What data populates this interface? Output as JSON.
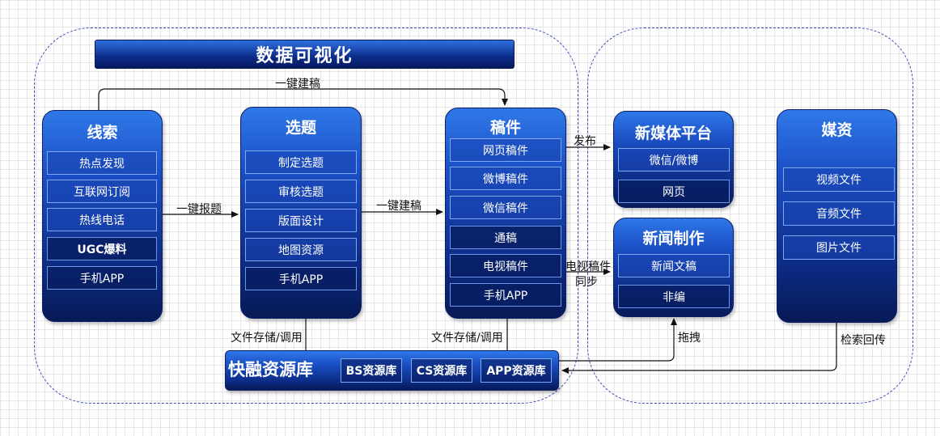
{
  "title": "数据可视化",
  "panels": {
    "clue": {
      "title": "线索",
      "items": [
        "热点发现",
        "互联网订阅",
        "热线电话",
        "UGC爆料",
        "手机APP"
      ]
    },
    "topic": {
      "title": "选题",
      "items": [
        "制定选题",
        "审核选题",
        "版面设计",
        "地图资源",
        "手机APP"
      ]
    },
    "manuscript": {
      "title": "稿件",
      "items": [
        "网页稿件",
        "微博稿件",
        "微信稿件",
        "通稿",
        "电视稿件",
        "手机APP"
      ]
    },
    "newmedia": {
      "title": "新媒体平台",
      "items": [
        "微信/微博",
        "网页"
      ]
    },
    "newsprod": {
      "title": "新闻制作",
      "items": [
        "新闻文稿",
        "非编"
      ]
    },
    "assets": {
      "title": "媒资",
      "items": [
        "视频文件",
        "音频文件",
        "图片文件"
      ]
    }
  },
  "library": {
    "title": "快融资源库",
    "items": [
      "BS资源库",
      "CS资源库",
      "APP资源库"
    ]
  },
  "connectors": {
    "one_click_report": "一键报题",
    "one_click_build_1": "一键建稿",
    "one_click_build_2": "一键建稿",
    "publish": "发布",
    "tv_sync": "电视稿件",
    "tv_sync_2": "同步",
    "file_store_1": "文件存储/调用",
    "file_store_2": "文件存储/调用",
    "drag": "拖拽",
    "search_return": "检索回传"
  }
}
